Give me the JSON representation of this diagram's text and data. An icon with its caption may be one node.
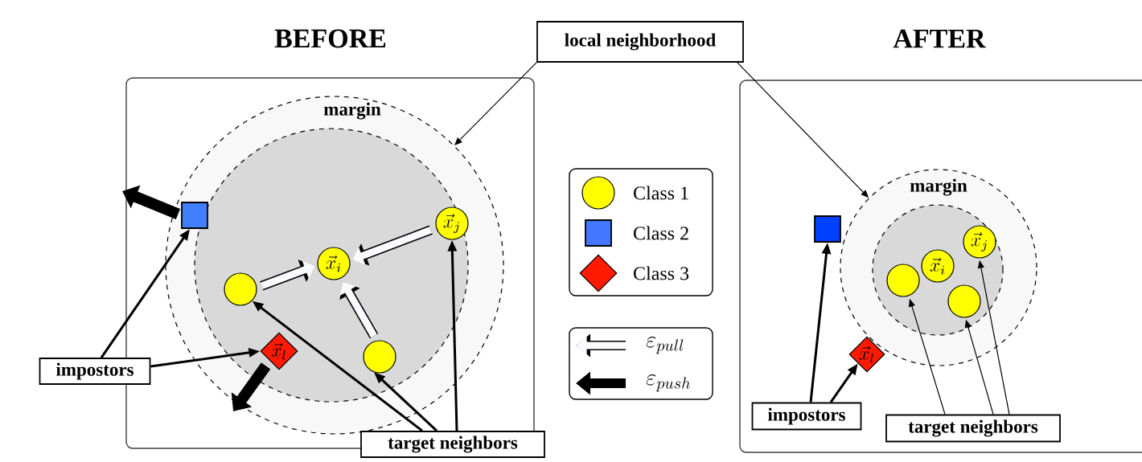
{
  "diagram": {
    "nodes": [
      {
        "text": [
          "BEFORE"
        ]
      },
      {
        "text": [
          "margin"
        ],
        "in": 0
      },
      {
        "text": [],
        "shape": "circle",
        "in": 1
      },
      {
        "text": [],
        "shape": "box",
        "in": 1
      },
      {
        "text": [
          "\\vec{x}_{i}"
        ],
        "in": 2
      },
      {
        "text": [
          "\\vec{x}_{j}"
        ],
        "in": 2
      },
      {
        "text": [],
        "shape": "circle",
        "in": 2
      },
      {
        "text": [],
        "shape": "circle",
        "in": 2
      },
      {
        "text": [
          "\\vec{x}_{l}"
        ],
        "in": 2
      },
      {
        "text": [
          "impostors"
        ]
      },
      {
        "text": [
          "target neighbors"
        ]
      },
      {
        "text": [
          "local neighborhood"
        ]
      },
      {
        "text": [
          "AFTER"
        ]
      },
      {
        "text": [
          "margin"
        ],
        "in": 12
      },
      {
        "text": [],
        "shape": "circle",
        "in": 13
      },
      {
        "text": [],
        "shape": "box",
        "in": 12
      },
      {
        "text": [
          "\\vec{x}_{i}"
        ],
        "in": 14
      },
      {
        "text": [
          "\\vec{x}_{j}"
        ],
        "in": 14
      },
      {
        "text": [],
        "shape": "circle",
        "in": 14
      },
      {
        "text": [],
        "shape": "circle",
        "in": 14
      },
      {
        "text": [
          "\\vec{x}_{l}"
        ],
        "in": 12
      },
      {
        "text": [
          "impostors"
        ],
        "in": 12
      },
      {
        "text": [
          "target neighbors"
        ],
        "in": 12
      }
    ],
    "edges": [
      {
        "from": 11,
        "to": 1,
        "arrow": "to"
      },
      {
        "from": 11,
        "to": 13,
        "arrow": "to"
      },
      {
        "from": 9,
        "to": 3,
        "arrow": "to"
      },
      {
        "from": 9,
        "to": 8,
        "arrow": "to"
      },
      {
        "from": 6,
        "to": 4,
        "arrow": "to",
        "style": "thick",
        "color": "#fafaff"
      },
      {
        "from": 7,
        "to": 4,
        "arrow": "to",
        "style": "thick",
        "color": "#fafaff"
      },
      {
        "from": 5,
        "to": 4,
        "arrow": "to",
        "style": "thick",
        "color": "#fafaff"
      },
      {
        "from": 10,
        "to": 6,
        "arrow": "to"
      },
      {
        "from": 10,
        "to": 7,
        "arrow": "to"
      },
      {
        "from": 10,
        "to": 5,
        "arrow": "to"
      },
      {
        "from": 21,
        "to": 15,
        "arrow": "to"
      },
      {
        "from": 21,
        "to": 20,
        "arrow": "to"
      },
      {
        "from": 22,
        "to": 18,
        "arrow": "to"
      },
      {
        "from": 22,
        "to": 19,
        "arrow": "to"
      },
      {
        "from": 22,
        "to": 17,
        "arrow": "to"
      },
      {
        "from": 3,
        "to": null,
        "arrow": "to",
        "style": "thick"
      },
      {
        "from": 8,
        "to": null,
        "arrow": "to",
        "style": "thick"
      }
    ],
    "legend": [
      {
        "text": "Class 1"
      },
      {
        "text": "Class 2"
      },
      {
        "text": "Class 3"
      },
      {
        "text": "\\varepsilon_{pull}"
      },
      {
        "text": "\\varepsilon_{push}"
      }
    ]
  }
}
